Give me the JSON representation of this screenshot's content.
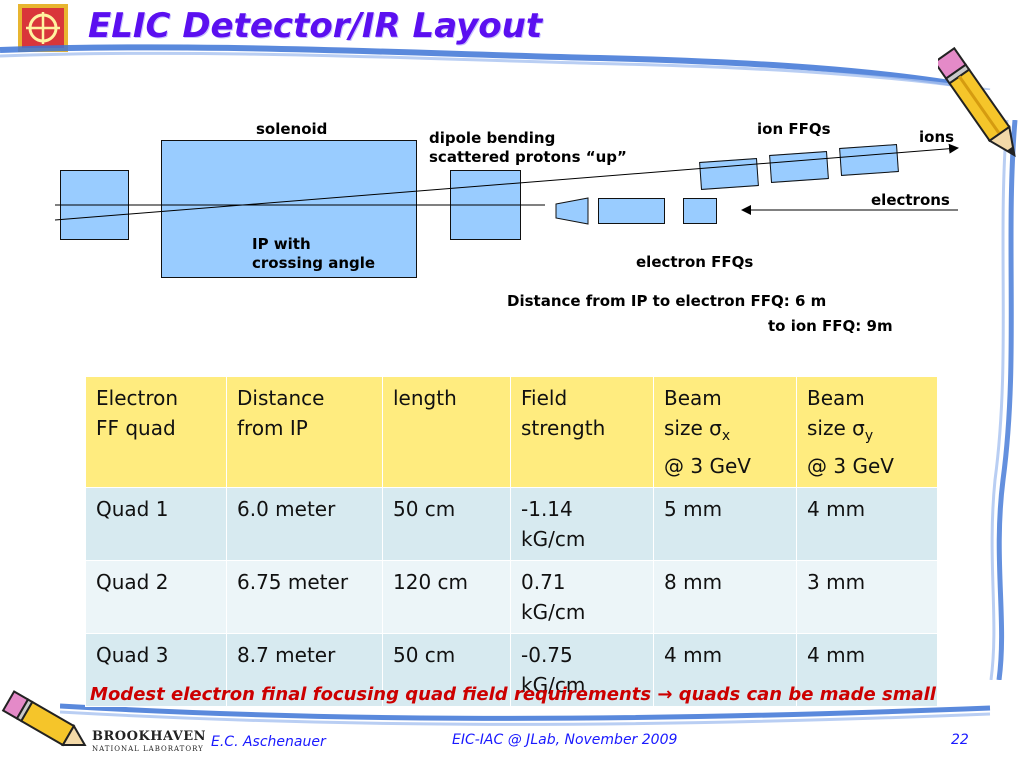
{
  "header": {
    "title": "ELIC Detector/IR Layout"
  },
  "diagram": {
    "labels": {
      "solenoid": "solenoid",
      "dipole_line1": "dipole bending",
      "dipole_line2": "scattered protons “up”",
      "ion_ffqs": "ion FFQs",
      "ions": "ions",
      "electrons": "electrons",
      "ip_line1": "IP with",
      "ip_line2": "crossing angle",
      "electron_ffqs": "electron FFQs",
      "distance_line1": "Distance from IP to electron FFQ: 6 m",
      "distance_line2": "to ion FFQ: 9m"
    },
    "colors": {
      "magnet_fill": "#99ccff",
      "outline": "#111111"
    }
  },
  "table": {
    "headers": [
      [
        "Electron",
        "FF quad"
      ],
      [
        "Distance",
        "from IP"
      ],
      [
        "length"
      ],
      [
        "Field",
        "strength"
      ],
      [
        "Beam",
        "size σ",
        "x",
        "@ 3 GeV"
      ],
      [
        "Beam",
        "size σ",
        "y",
        "@ 3 GeV"
      ]
    ],
    "rows": [
      {
        "quad": "Quad 1",
        "distance": "6.0 meter",
        "length": "50 cm",
        "field_line1": "-1.14",
        "field_line2": "kG/cm",
        "size_x": "5 mm",
        "size_y": "4 mm"
      },
      {
        "quad": "Quad 2",
        "distance": "6.75 meter",
        "length": "120 cm",
        "field_line1": "0.71",
        "field_line2": "kG/cm",
        "size_x": "8 mm",
        "size_y": "3 mm"
      },
      {
        "quad": "Quad 3",
        "distance": "8.7 meter",
        "length": "50 cm",
        "field_line1": "-0.75",
        "field_line2": "kG/cm",
        "size_x": "4 mm",
        "size_y": "4 mm"
      }
    ],
    "colors": {
      "header_bg": "#ffec7f",
      "row_odd_bg": "#d7eaf0",
      "row_even_bg": "#ecf5f8"
    }
  },
  "conclusion": {
    "before_arrow": "Modest electron final focusing quad field requirements",
    "arrow": "→",
    "after_arrow": "quads can be made small",
    "color": "#cc0000"
  },
  "footer": {
    "logo_line1": "BROOKHAVEN",
    "logo_line2": "NATIONAL LABORATORY",
    "author": "E.C. Aschenauer",
    "event": "EIC-IAC @ JLab, November 2009",
    "page": "22",
    "text_color": "#1a1aff"
  },
  "accent": {
    "title_color": "#5b0ff0",
    "swoosh_color": "#3d74d6"
  }
}
